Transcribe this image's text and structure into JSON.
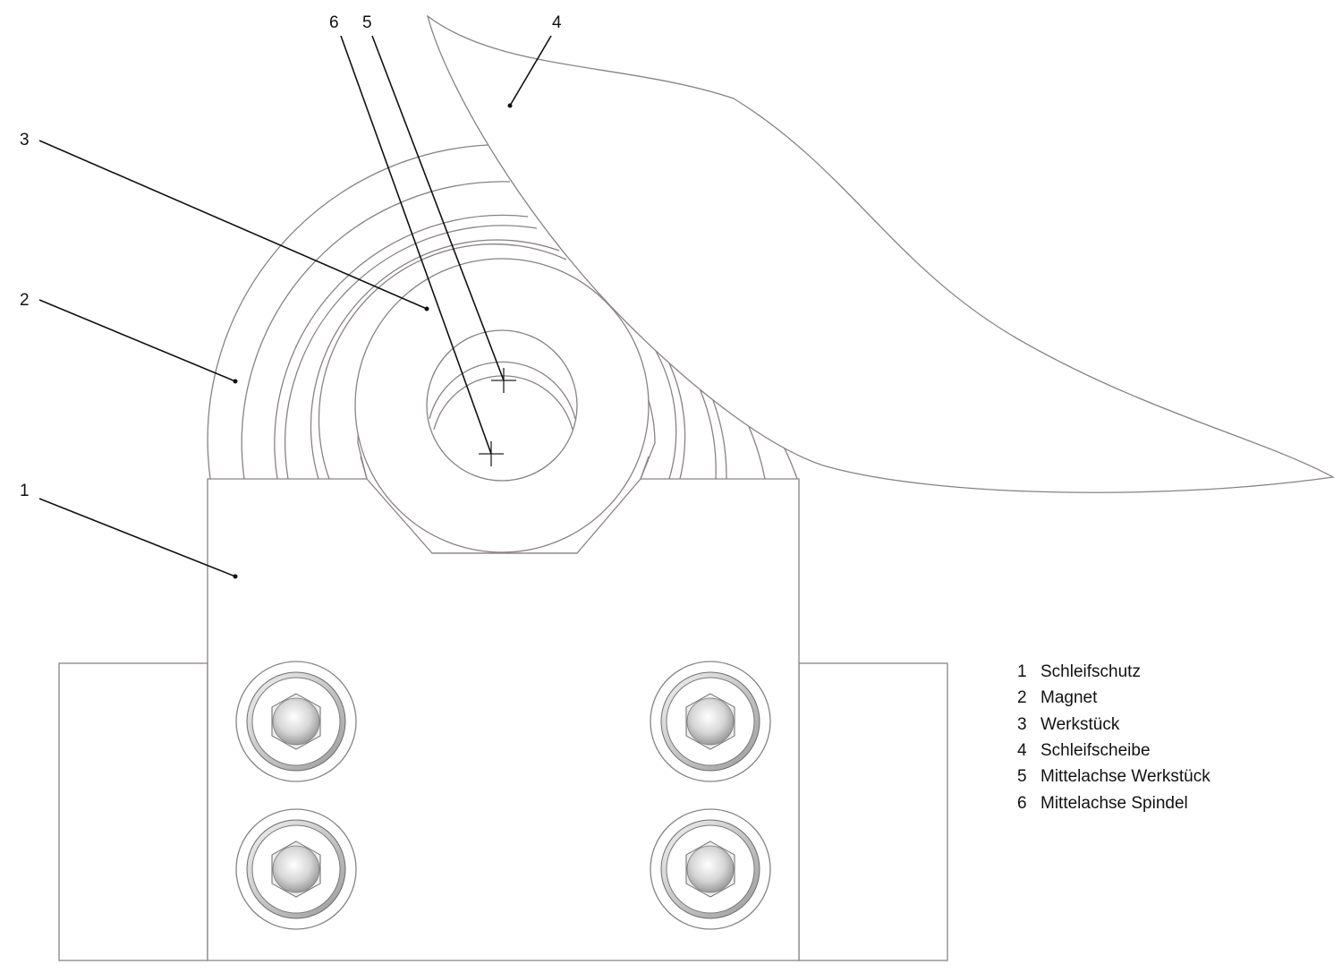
{
  "callouts": [
    {
      "num": "1",
      "label": "Schleifschutz"
    },
    {
      "num": "2",
      "label": "Magnet"
    },
    {
      "num": "3",
      "label": "Werkstück"
    },
    {
      "num": "4",
      "label": "Schleifscheibe"
    },
    {
      "num": "5",
      "label": "Mittelachse Werkstück"
    },
    {
      "num": "6",
      "label": "Mittelachse Spindel"
    }
  ]
}
